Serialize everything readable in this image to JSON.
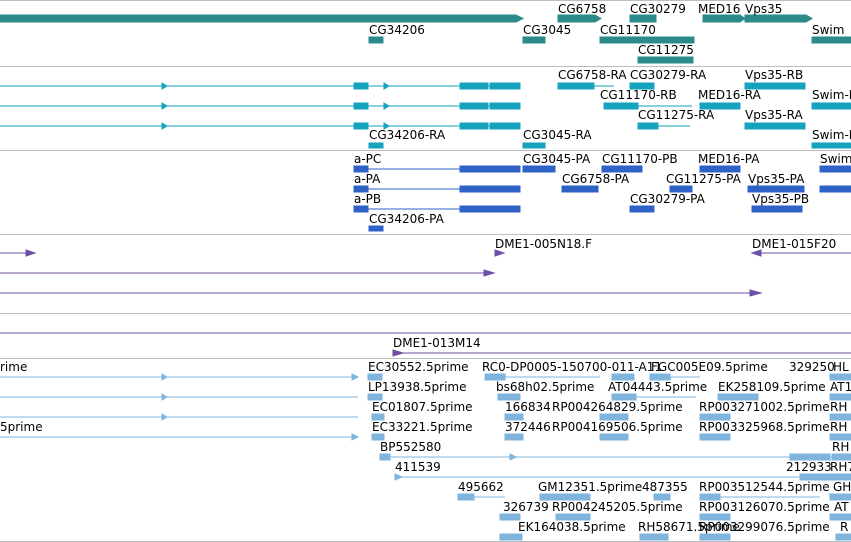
{
  "colors": {
    "gene": "#2b8a8a",
    "mrna": "#14a2bd",
    "cds": "#2f62c7",
    "clone": "#6e4fa6",
    "est": "#7fb5dc",
    "separator": "#bdbdbd"
  },
  "tracks": {
    "genes": {
      "labels": [
        "CG6758",
        "CG30279",
        "MED16",
        "Vps35",
        "CG34206",
        "CG3045",
        "CG11170",
        "Swim",
        "CG11275"
      ]
    },
    "transcripts": {
      "labels": [
        "CG6758-RA",
        "CG30279-RA",
        "Vps35-RB",
        "CG11170-RB",
        "MED16-RA",
        "Swim-R",
        "CG11275-RA",
        "Vps35-RA",
        "CG34206-RA",
        "CG3045-RA",
        "Swim-R"
      ]
    },
    "proteins": {
      "labels": [
        "a-PC",
        "CG3045-PA",
        "CG11170-PB",
        "MED16-PA",
        "Swim",
        "a-PA",
        "CG6758-PA",
        "CG11275-PA",
        "Vps35-PA",
        "a-PB",
        "CG30279-PA",
        "Vps35-PB",
        "CG34206-PA"
      ]
    },
    "clones": {
      "labels": [
        "DME1-005N18.F",
        "DME1-015F20",
        "DME1-013M14"
      ]
    },
    "ests": {
      "labels": [
        "rime",
        "EC30552.5prime",
        "RC0-DP0005-150700-011-A11",
        "FGC005E09.5prime",
        "329250",
        "HL",
        "LP13938.5prime",
        "bs68h02.5prime",
        "AT04443.5prime",
        "EK258109.5prime",
        "AT1",
        "EC01807.5prime",
        "166834",
        "RP004264829.5prime",
        "RP003271002.5prime",
        "RH",
        "5prime",
        "EC33221.5prime",
        "372446",
        "RP004169506.5prime",
        "RP003325968.5prime",
        "RH",
        "BP552580",
        "RH",
        "411539",
        "212933",
        "RH7",
        "495662",
        "GM12351.5prime",
        "487355",
        "RP003512544.5prime",
        "GH",
        "326739",
        "RP004245205.5prime",
        "RP003126070.5prime",
        "AT",
        "EK164038.5prime",
        "RH58671.5prime",
        "RP003299076.5prime",
        "R"
      ]
    }
  }
}
